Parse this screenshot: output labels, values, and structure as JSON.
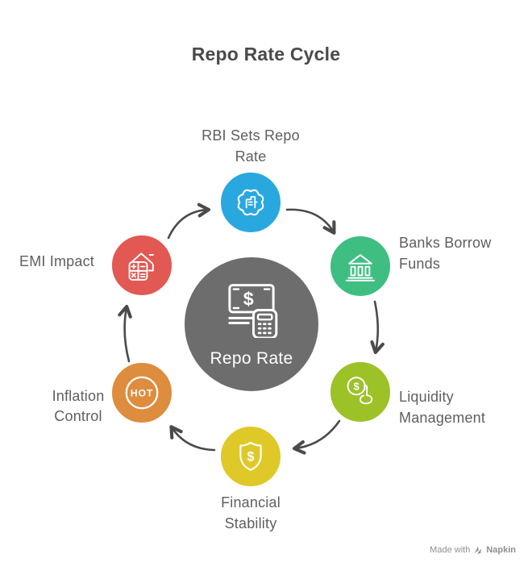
{
  "title": "Repo Rate Cycle",
  "center": {
    "label": "Repo Rate",
    "color": "#6D6D6D",
    "icon": "banknote-calculator-icon"
  },
  "nodes": [
    {
      "id": "rbi",
      "lines": [
        "RBI Sets Repo",
        "Rate"
      ],
      "color": "#29A8E0",
      "icon": "seal-badge-icon",
      "label_position": "top"
    },
    {
      "id": "banks",
      "lines": [
        "Banks Borrow",
        "Funds"
      ],
      "color": "#3FBE82",
      "icon": "bank-building-icon",
      "label_position": "right"
    },
    {
      "id": "liquidity",
      "lines": [
        "Liquidity",
        "Management"
      ],
      "color": "#9CC228",
      "icon": "coin-hand-icon",
      "label_position": "right"
    },
    {
      "id": "financial",
      "lines": [
        "Financial",
        "Stability"
      ],
      "color": "#DEC929",
      "icon": "shield-dollar-icon",
      "label_position": "bottom"
    },
    {
      "id": "inflation",
      "lines": [
        "Inflation",
        "Control"
      ],
      "color": "#DE8C3E",
      "icon": "hot-circle-icon",
      "label_position": "left"
    },
    {
      "id": "emi",
      "lines": [
        "EMI Impact",
        ""
      ],
      "color": "#E25852",
      "icon": "house-calculator-icon",
      "label_position": "left"
    }
  ],
  "icon_texts": {
    "hot": "HOT",
    "dollar": "$"
  },
  "watermark": {
    "prefix": "Made with",
    "brand": "Napkin"
  },
  "colors": {
    "arrow": "#4A4A4A",
    "title_text": "#4A4A4A",
    "label_text": "#5F5F5F",
    "background": "#FFFFFF",
    "icon_stroke": "#FFFFFF"
  }
}
